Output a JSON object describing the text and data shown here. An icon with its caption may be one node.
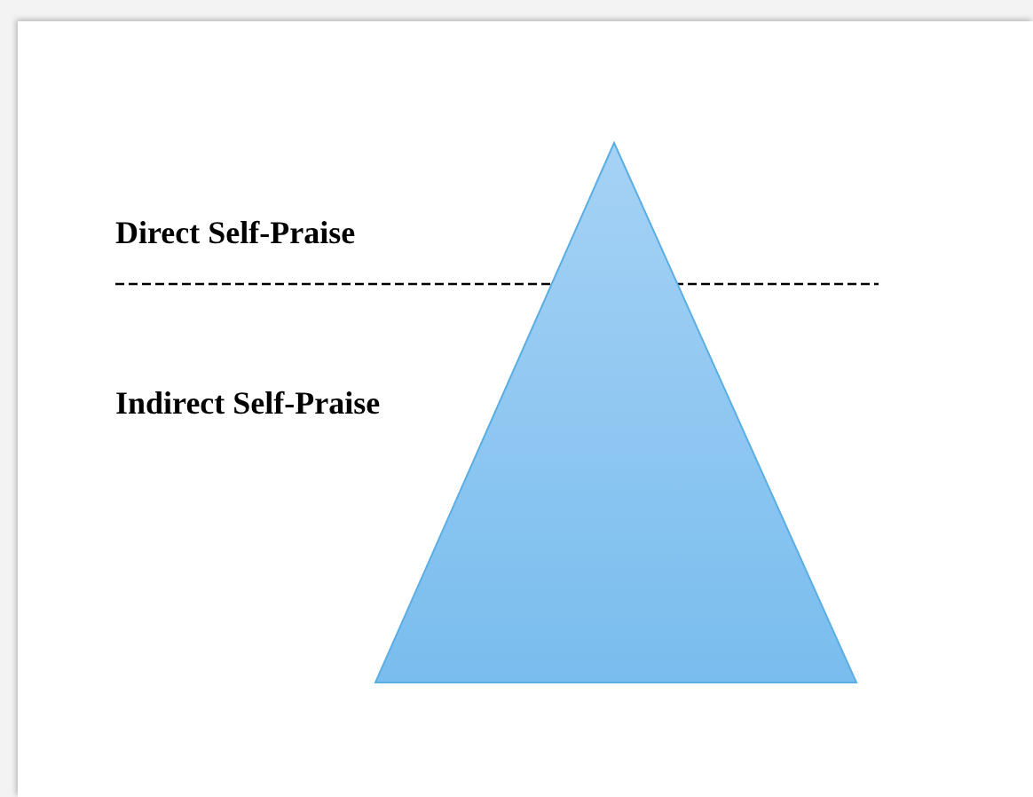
{
  "diagram": {
    "nodes": [
      {
        "text": [],
        "shape": "triangle"
      }
    ],
    "labels": [
      "Direct Self-Praise",
      "Indirect Self-Praise"
    ]
  }
}
